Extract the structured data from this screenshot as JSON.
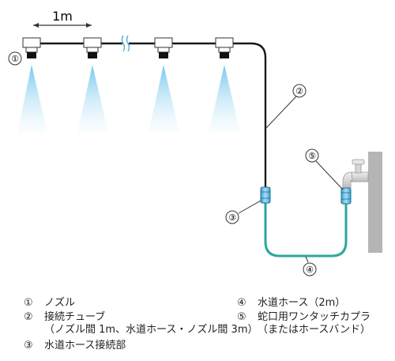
{
  "diagram": {
    "spacing_label": "1m",
    "callouts": [
      "①",
      "②",
      "③",
      "④",
      "⑤"
    ]
  },
  "legend": {
    "items": [
      {
        "num": "①",
        "text": "ノズル"
      },
      {
        "num": "②",
        "text": "接続チューブ",
        "sub": "（ノズル間 1m、水道ホース・ノズル間 3m）"
      },
      {
        "num": "③",
        "text": "水道ホース接続部"
      },
      {
        "num": "④",
        "text": "水道ホース（2m）"
      },
      {
        "num": "⑤",
        "text": "蛇口用ワンタッチカプラ",
        "sub": "（またはホースバンド）"
      }
    ]
  },
  "colors": {
    "tube": "#1a1a1a",
    "hose": "#2aa79b",
    "connector": "#6cc0e8",
    "spray": "#8fd0ef",
    "wall": "#b5b5b5"
  }
}
